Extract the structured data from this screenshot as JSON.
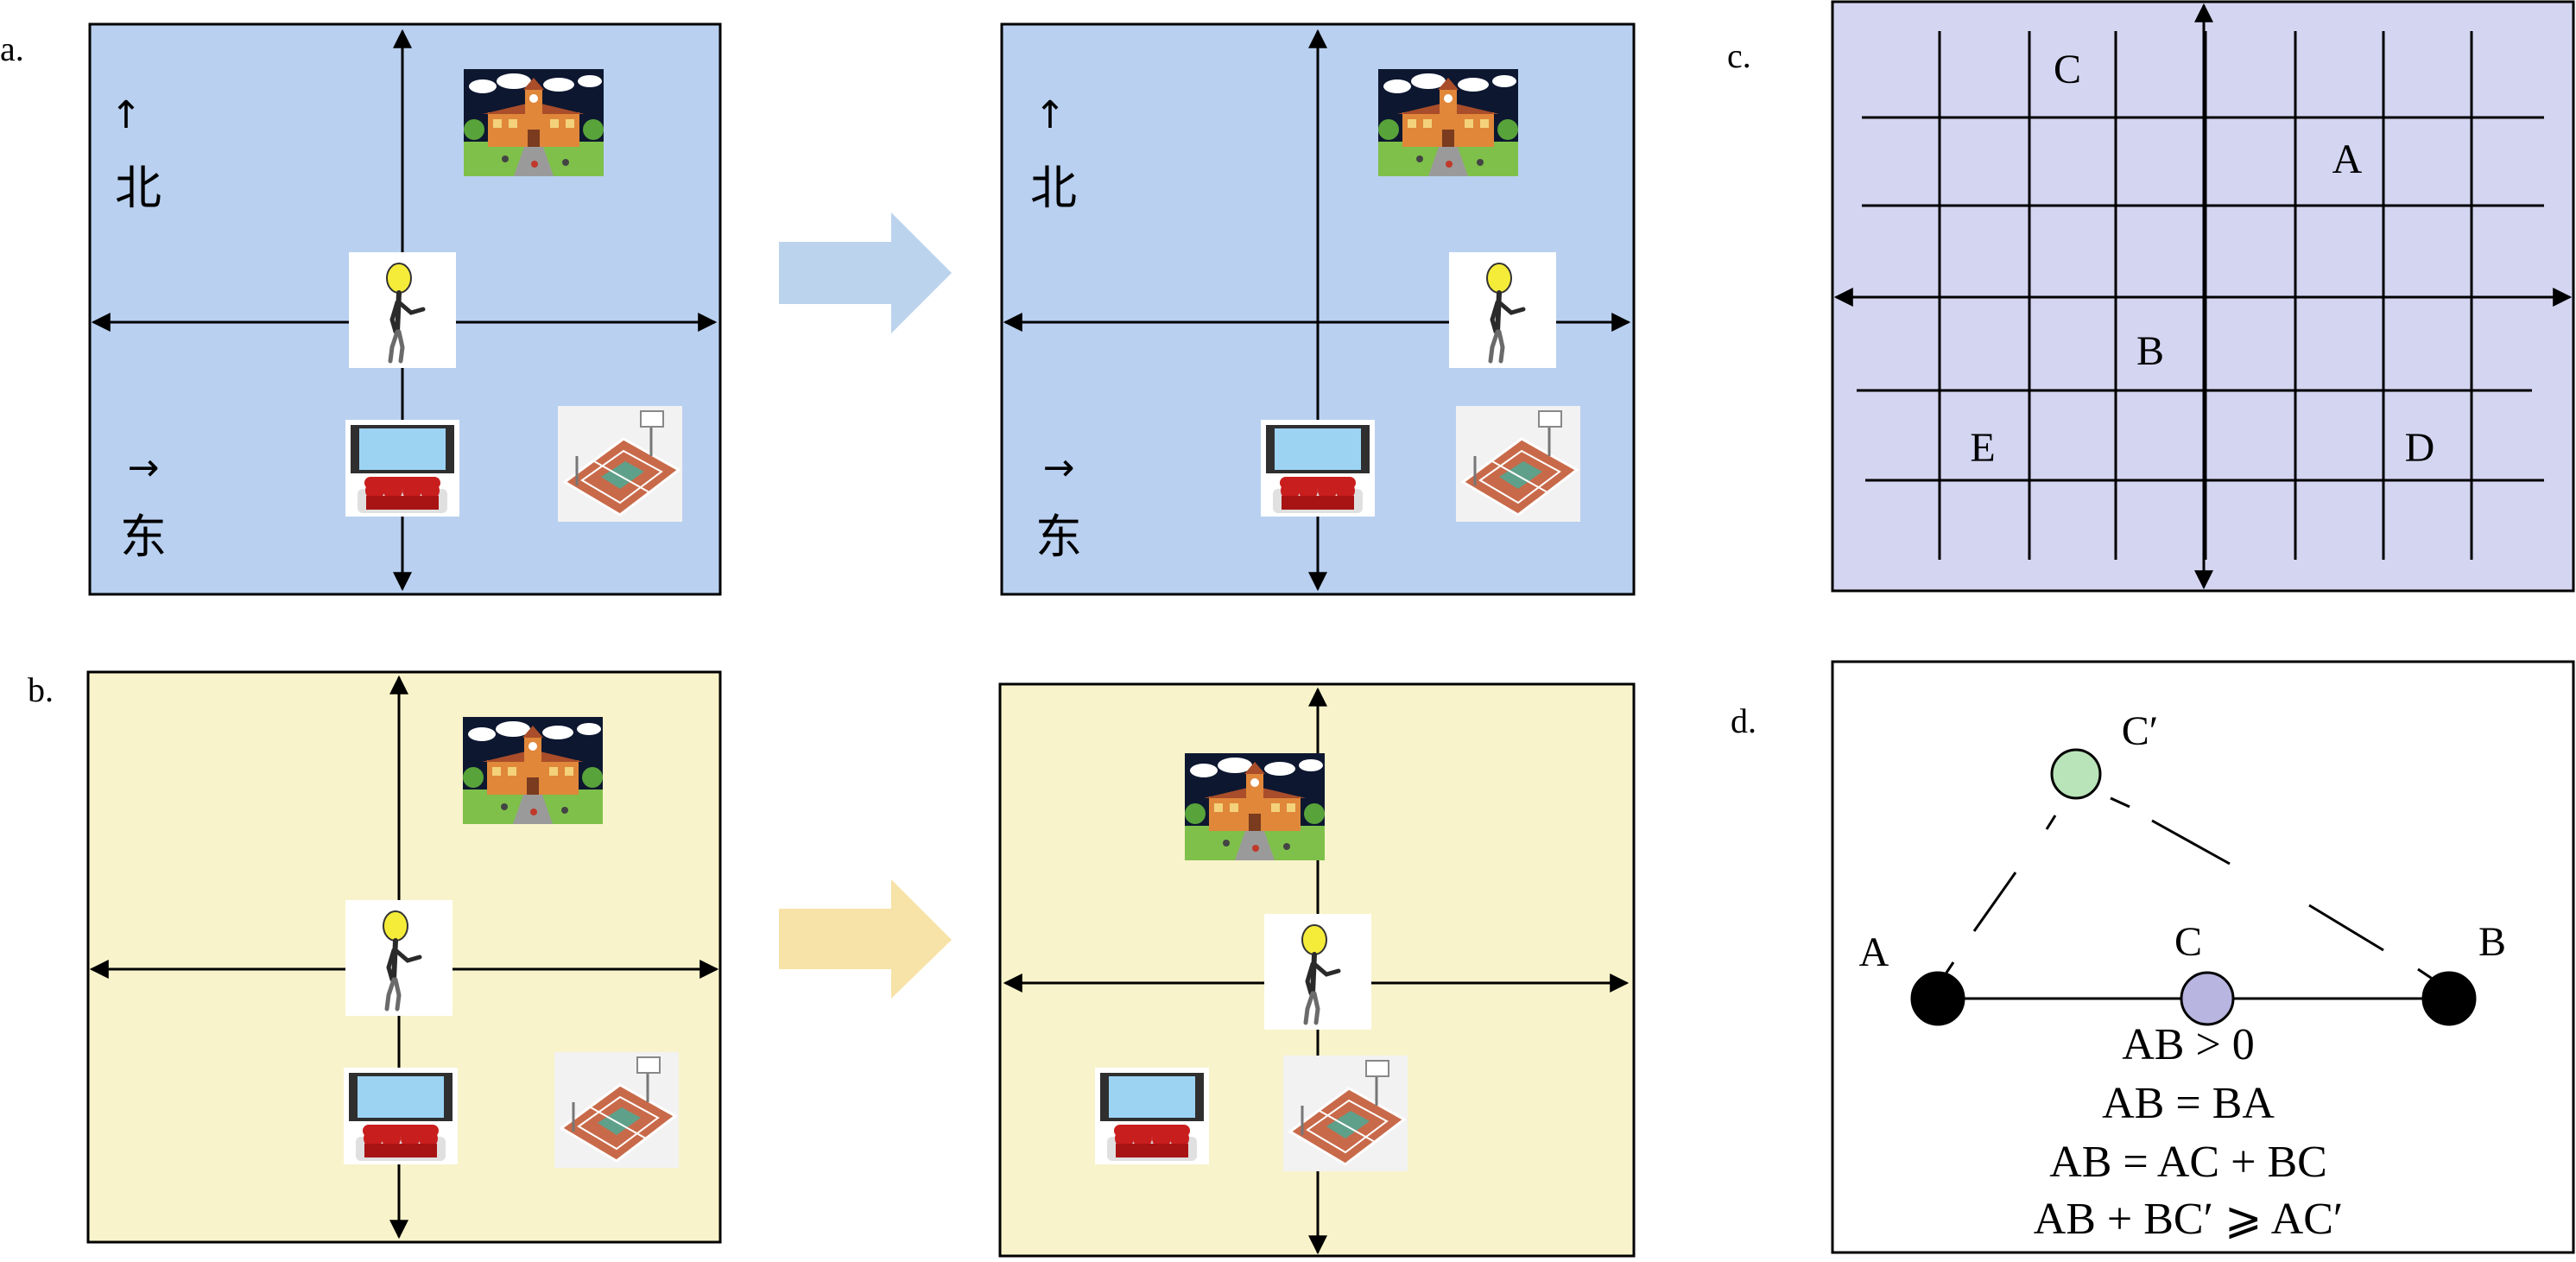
{
  "panels": {
    "a": {
      "label": "a.",
      "north_arrow": "↑",
      "north_label": "北",
      "east_arrow": "→",
      "east_label": "东",
      "colors": {
        "fill": "#b9d0f0",
        "arrow": "#bcd3ee"
      }
    },
    "b": {
      "label": "b.",
      "colors": {
        "fill": "#f8f3ca",
        "arrow": "#f7e2a7"
      }
    },
    "c": {
      "label": "c.",
      "points": [
        "C",
        "A",
        "B",
        "E",
        "D"
      ],
      "colors": {
        "fill": "#d3d5f1"
      }
    },
    "d": {
      "label": "d.",
      "nodes": {
        "a": "A",
        "b": "B",
        "c": "C",
        "c_prime": "C′"
      },
      "equations": [
        "AB > 0",
        "AB = BA",
        "AB = AC + BC",
        "AB + BC′ ⩾ AC′"
      ],
      "colors": {
        "c_prime": "#b9e3b8",
        "c": "#b8b5e1",
        "ends": "#000000"
      }
    }
  },
  "icons": [
    "person-icon",
    "school-icon",
    "cinema-icon",
    "basketball-court-icon"
  ]
}
